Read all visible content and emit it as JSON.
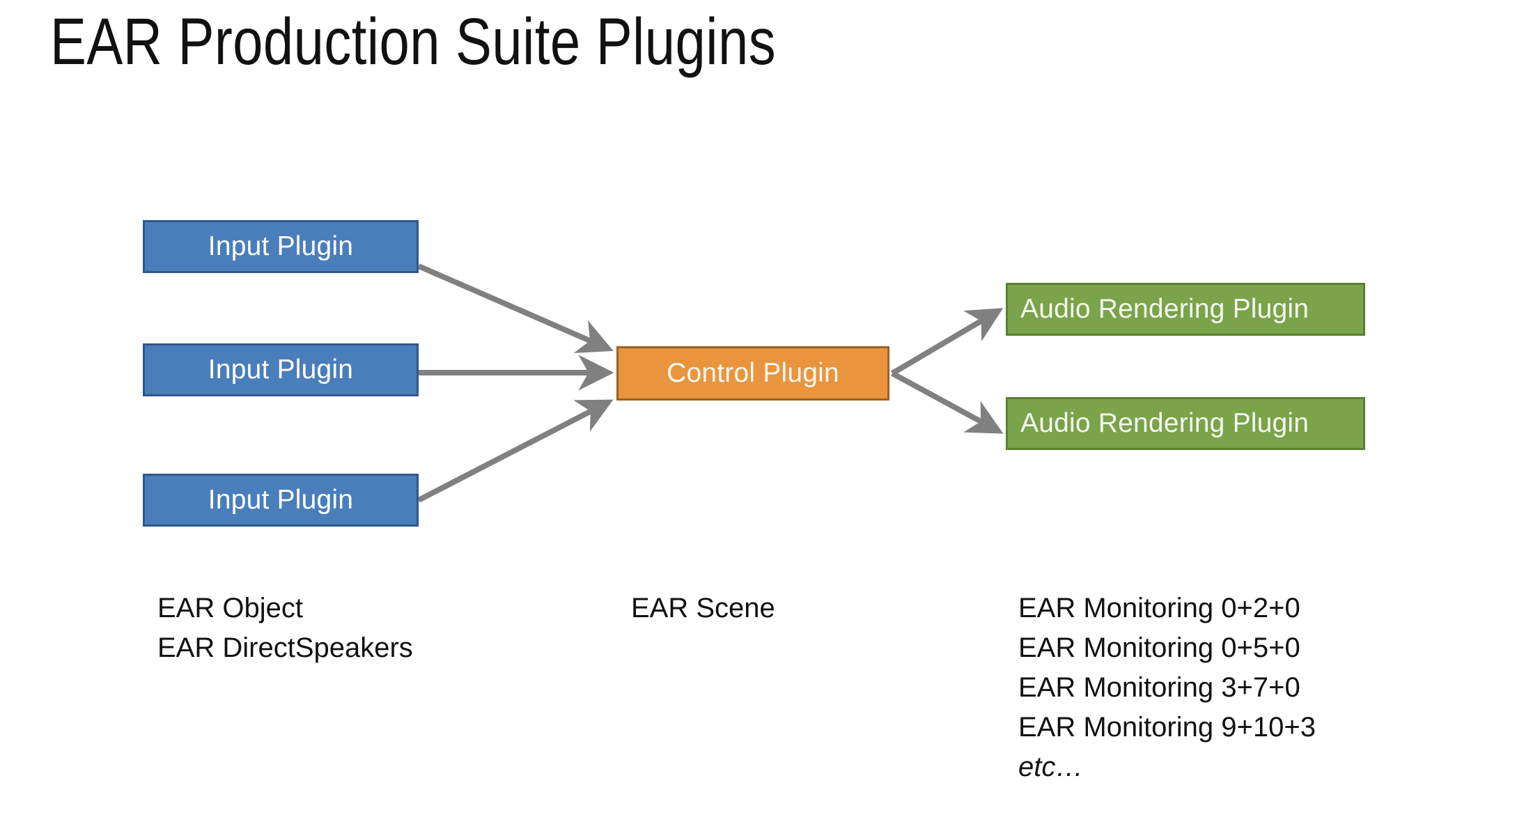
{
  "slide": {
    "title": "EAR Production Suite Plugins",
    "background_color": "#ffffff"
  },
  "colors": {
    "input_fill": "#4a7ebb",
    "input_border": "#31568c",
    "control_fill": "#e8953e",
    "control_border": "#9b6127",
    "render_fill": "#7aa34a",
    "render_border": "#5c7f35",
    "arrow": "#808080",
    "text": "#111111"
  },
  "diagram": {
    "input_nodes": [
      {
        "label": "Input Plugin"
      },
      {
        "label": "Input Plugin"
      },
      {
        "label": "Input Plugin"
      }
    ],
    "control_node": {
      "label": "Control Plugin"
    },
    "render_nodes": [
      {
        "label": "Audio Rendering Plugin"
      },
      {
        "label": "Audio Rendering Plugin"
      }
    ],
    "arrows": [
      {
        "name": "input-1-to-control",
        "from": "Input Plugin 1",
        "to": "Control Plugin"
      },
      {
        "name": "input-2-to-control",
        "from": "Input Plugin 2",
        "to": "Control Plugin"
      },
      {
        "name": "input-3-to-control",
        "from": "Input Plugin 3",
        "to": "Control Plugin"
      },
      {
        "name": "control-to-render-1",
        "from": "Control Plugin",
        "to": "Audio Rendering Plugin 1"
      },
      {
        "name": "control-to-render-2",
        "from": "Control Plugin",
        "to": "Audio Rendering Plugin 2"
      }
    ]
  },
  "captions": {
    "left": [
      "EAR Object",
      "EAR DirectSpeakers"
    ],
    "middle": [
      "EAR Scene"
    ],
    "right": [
      "EAR Monitoring 0+2+0",
      "EAR Monitoring 0+5+0",
      "EAR Monitoring 3+7+0",
      "EAR Monitoring 9+10+3",
      "etc…"
    ]
  }
}
